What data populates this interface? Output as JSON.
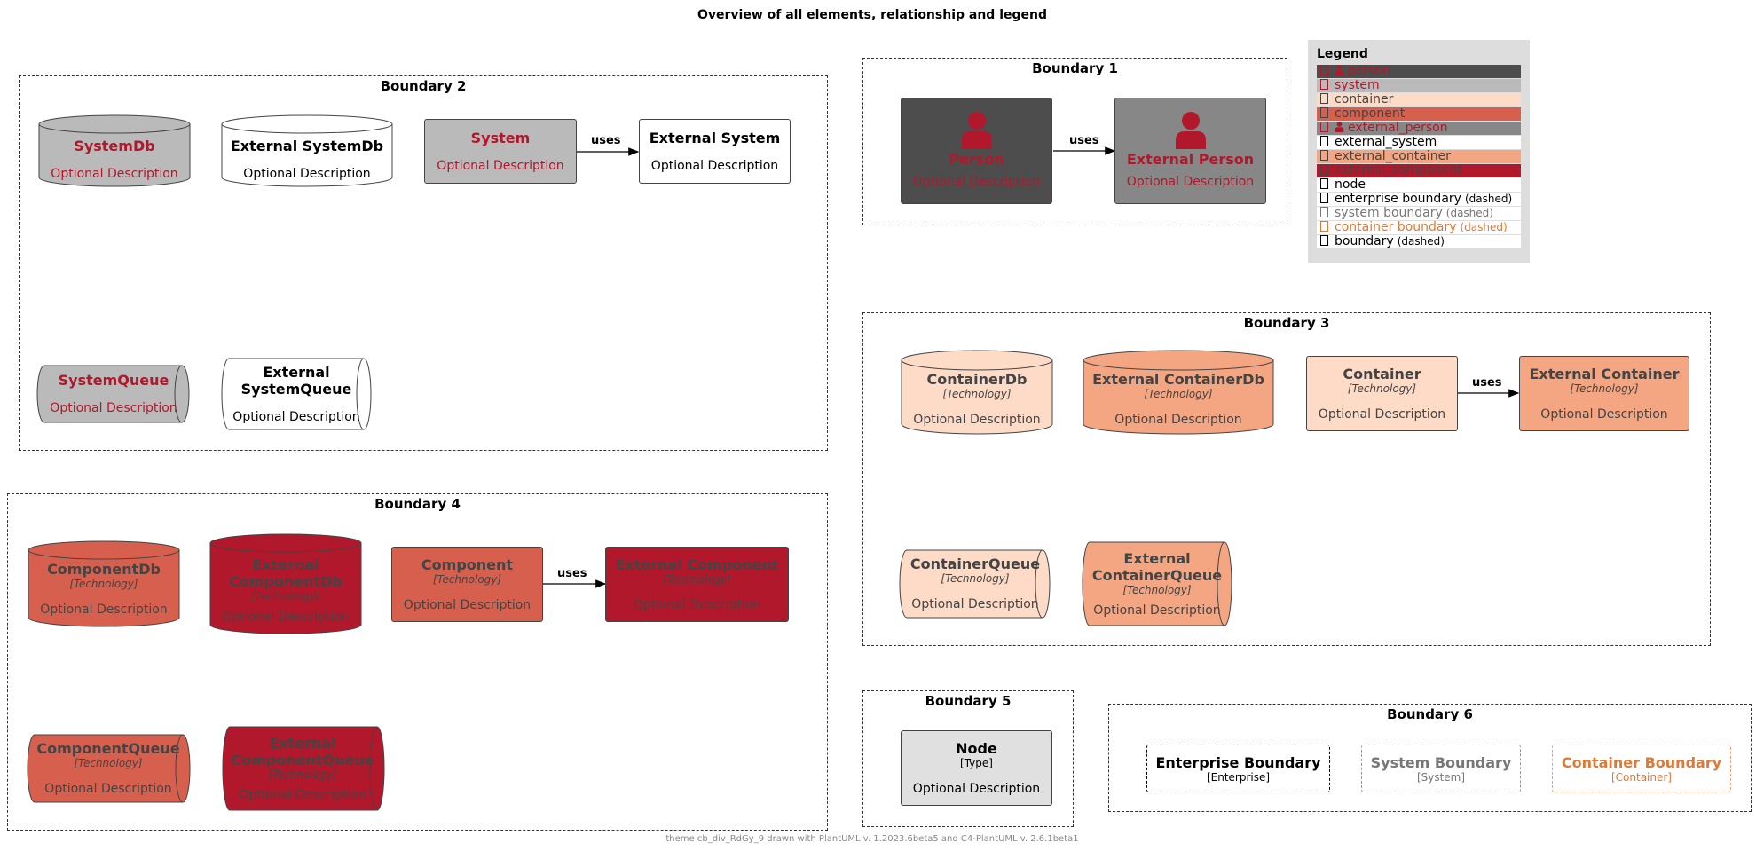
{
  "title": "Overview of all elements, relationship and legend",
  "footer": "theme cb_div_RdGy_9 drawn with PlantUML v. 1.2023.6beta5 and C4-PlantUML v. 2.6.1beta1",
  "colors": {
    "person": "#4d4d4d",
    "external_person": "#878787",
    "system": "#bababa",
    "external_system": "#ffffff",
    "container": "#fddbc7",
    "external_container": "#f4a582",
    "component": "#d6604d",
    "external_component": "#b2182b",
    "node": "#e0e0e0",
    "accent_red": "#b2182b",
    "container_boundary": "#e07836",
    "system_boundary": "#777777"
  },
  "boundaries": {
    "b1": "Boundary 1",
    "b2": "Boundary 2",
    "b3": "Boundary 3",
    "b4": "Boundary 4",
    "b5": "Boundary 5",
    "b6": "Boundary 6"
  },
  "relations": {
    "uses": "uses"
  },
  "elements": {
    "person": {
      "name": "Person",
      "desc": "Optional Description"
    },
    "external_person": {
      "name": "External Person",
      "desc": "Optional Description"
    },
    "system_db": {
      "name": "SystemDb",
      "desc": "Optional Description"
    },
    "external_system_db": {
      "name": "External SystemDb",
      "desc": "Optional Description"
    },
    "system": {
      "name": "System",
      "desc": "Optional Description"
    },
    "external_system": {
      "name": "External System",
      "desc": "Optional Description"
    },
    "system_queue": {
      "name": "SystemQueue",
      "desc": "Optional Description"
    },
    "external_system_queue": {
      "name_line1": "External",
      "name_line2": "SystemQueue",
      "desc": "Optional Description"
    },
    "container_db": {
      "name": "ContainerDb",
      "tech": "[Technology]",
      "desc": "Optional Description"
    },
    "external_container_db": {
      "name": "External ContainerDb",
      "tech": "[Technology]",
      "desc": "Optional Description"
    },
    "container": {
      "name": "Container",
      "tech": "[Technology]",
      "desc": "Optional Description"
    },
    "external_container": {
      "name": "External Container",
      "tech": "[Technology]",
      "desc": "Optional Description"
    },
    "container_queue": {
      "name": "ContainerQueue",
      "tech": "[Technology]",
      "desc": "Optional Description"
    },
    "external_container_queue": {
      "name_line1": "External",
      "name_line2": "ContainerQueue",
      "tech": "[Technology]",
      "desc": "Optional Description"
    },
    "component_db": {
      "name": "ComponentDb",
      "tech": "[Technology]",
      "desc": "Optional Description"
    },
    "external_component_db": {
      "name_line1": "External",
      "name_line2": "ComponentDb",
      "tech": "[Technology]",
      "desc": "Optional Description"
    },
    "component": {
      "name": "Component",
      "tech": "[Technology]",
      "desc": "Optional Description"
    },
    "external_component": {
      "name": "External Component",
      "tech": "[Technology]",
      "desc": "Optional Description"
    },
    "component_queue": {
      "name": "ComponentQueue",
      "tech": "[Technology]",
      "desc": "Optional Description"
    },
    "external_component_queue": {
      "name_line1": "External",
      "name_line2": "ComponentQueue",
      "tech": "[Technology]",
      "desc": "Optional Description"
    },
    "node": {
      "name": "Node",
      "type": "[Type]",
      "desc": "Optional Description"
    },
    "enterprise_boundary": {
      "name": "Enterprise Boundary",
      "type": "[Enterprise]"
    },
    "system_boundary": {
      "name": "System Boundary",
      "type": "[System]"
    },
    "container_boundary": {
      "name": "Container Boundary",
      "type": "[Container]"
    }
  },
  "legend": {
    "title": "Legend",
    "dashed": "(dashed)",
    "items": [
      {
        "label": "person",
        "bg": "#4d4d4d",
        "fg": "#b2182b",
        "icon": "person-icon"
      },
      {
        "label": "system",
        "bg": "#bababa",
        "fg": "#b2182b"
      },
      {
        "label": "container",
        "bg": "#fddbc7",
        "fg": "#444444"
      },
      {
        "label": "component",
        "bg": "#d6604d",
        "fg": "#444444"
      },
      {
        "label": "external_person",
        "bg": "#878787",
        "fg": "#b2182b",
        "icon": "person-icon"
      },
      {
        "label": "external_system",
        "bg": "#ffffff",
        "fg": "#000000"
      },
      {
        "label": "external_container",
        "bg": "#f4a582",
        "fg": "#444444"
      },
      {
        "label": "external_component",
        "bg": "#b2182b",
        "fg": "#444444"
      },
      {
        "label": "node",
        "bg": "#ffffff",
        "fg": "#000000"
      },
      {
        "label": "enterprise boundary",
        "bg": "#ffffff",
        "fg": "#000000",
        "dashed": true
      },
      {
        "label": "system boundary",
        "bg": "#ffffff",
        "fg": "#777777",
        "dashed": true
      },
      {
        "label": "container boundary",
        "bg": "#ffffff",
        "fg": "#e07836",
        "dashed": true
      },
      {
        "label": "boundary",
        "bg": "#ffffff",
        "fg": "#000000",
        "dashed": true
      }
    ]
  }
}
